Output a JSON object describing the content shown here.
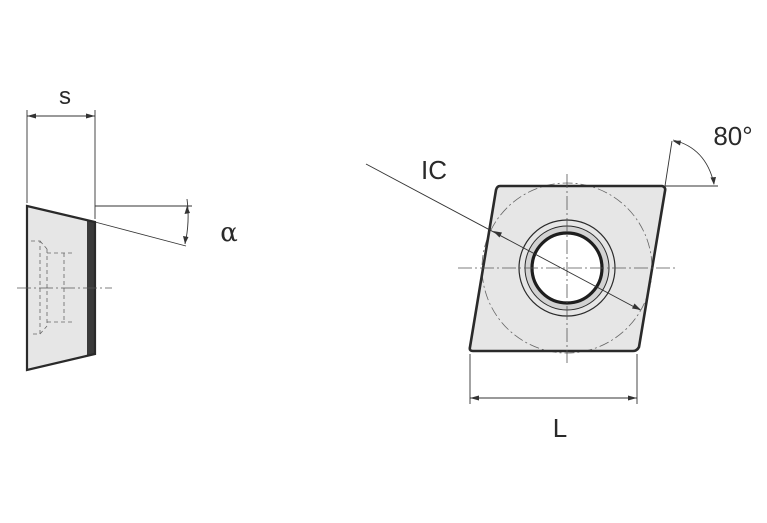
{
  "labels": {
    "thickness": "s",
    "clearance_angle": "α",
    "inscribed_circle": "IC",
    "corner_angle": "80°",
    "length": "L"
  }
}
